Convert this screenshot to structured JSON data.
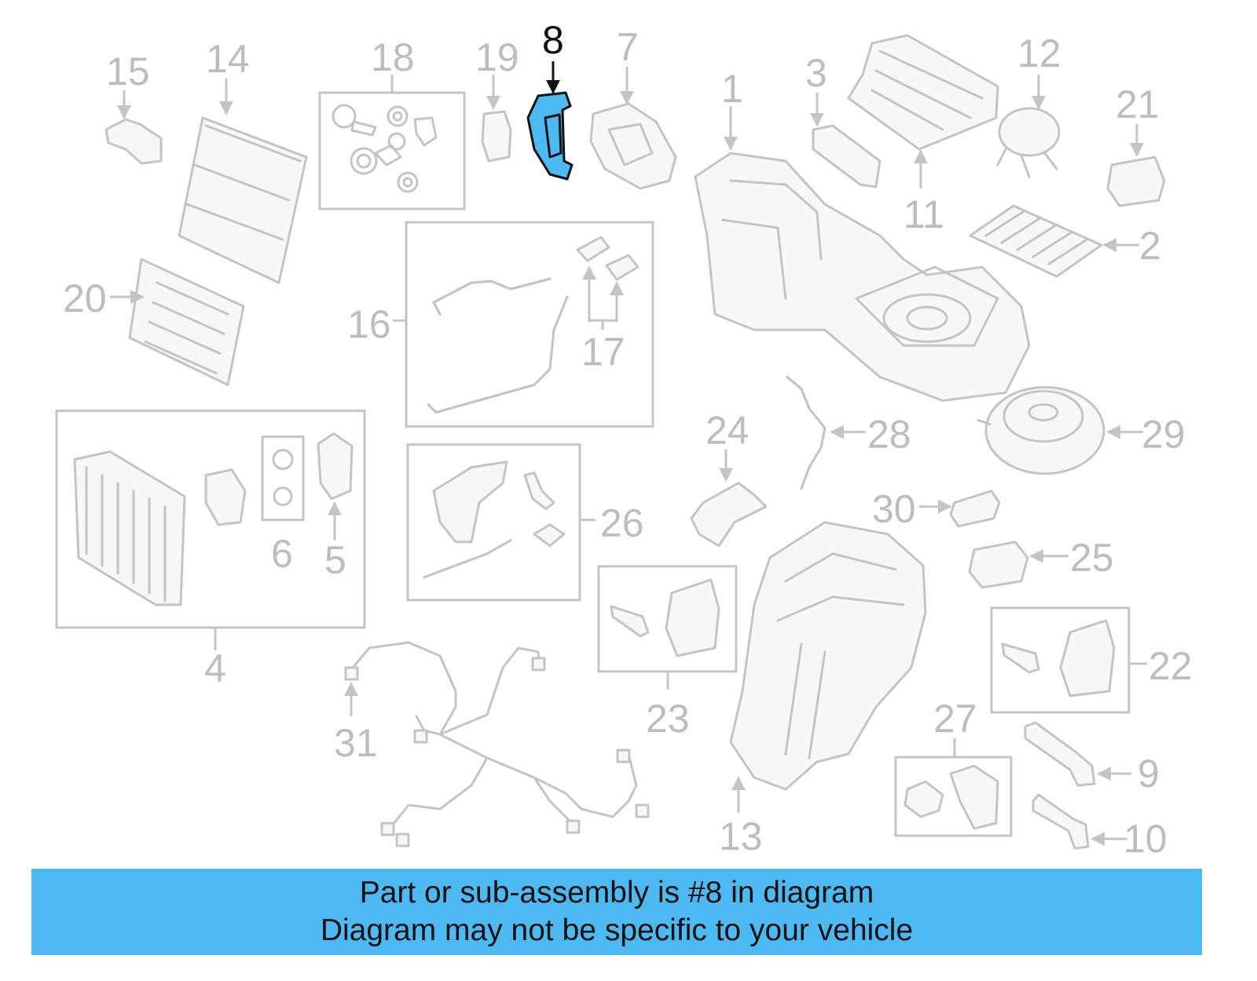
{
  "colors": {
    "highlight": "#4db9f2",
    "banner": "#4db9f2",
    "part_stroke": "#c4c4c4",
    "label_gray": "#bdbdbd"
  },
  "labels": {
    "l1": "1",
    "l2": "2",
    "l3": "3",
    "l4": "4",
    "l5": "5",
    "l6": "6",
    "l7": "7",
    "l8": "8",
    "l9": "9",
    "l10": "10",
    "l11": "11",
    "l12": "12",
    "l13": "13",
    "l14": "14",
    "l15": "15",
    "l16": "16",
    "l17": "17",
    "l18": "18",
    "l19": "19",
    "l20": "20",
    "l21": "21",
    "l22": "22",
    "l23": "23",
    "l24": "24",
    "l25": "25",
    "l26": "26",
    "l27": "27",
    "l28": "28",
    "l29": "29",
    "l30": "30",
    "l31": "31"
  },
  "highlighted_part": "8",
  "banner": {
    "line1": "Part or sub-assembly is #8 in diagram",
    "line2": "Diagram may not be specific to your vehicle"
  }
}
